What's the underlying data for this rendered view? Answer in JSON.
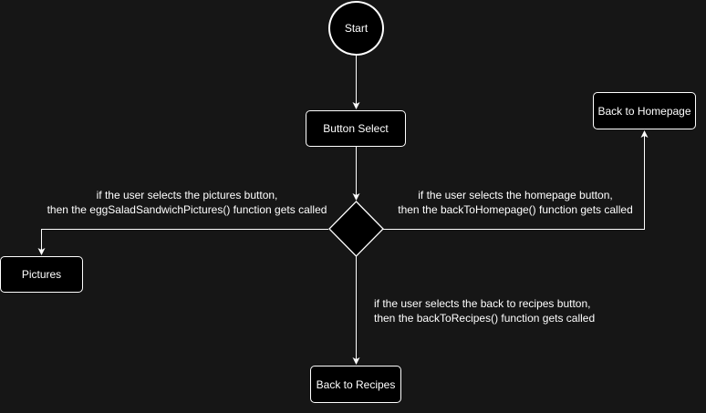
{
  "colors": {
    "background": "#161616",
    "node_fill": "#000000",
    "stroke": "#ffffff",
    "text": "#ffffff"
  },
  "nodes": {
    "start": "Start",
    "button_select": "Button Select",
    "homepage": "Back to Homepage",
    "pictures": "Pictures",
    "recipes": "Back to Recipes"
  },
  "edges": {
    "pictures": [
      "if the user selects the pictures button,",
      "then the eggSaladSandwichPictures() function gets called"
    ],
    "homepage": [
      "if the user selects the homepage button,",
      "then the backToHomepage() function gets called"
    ],
    "recipes": [
      "if the user selects the back to recipes button,",
      "then the backToRecipes() function gets called"
    ]
  }
}
